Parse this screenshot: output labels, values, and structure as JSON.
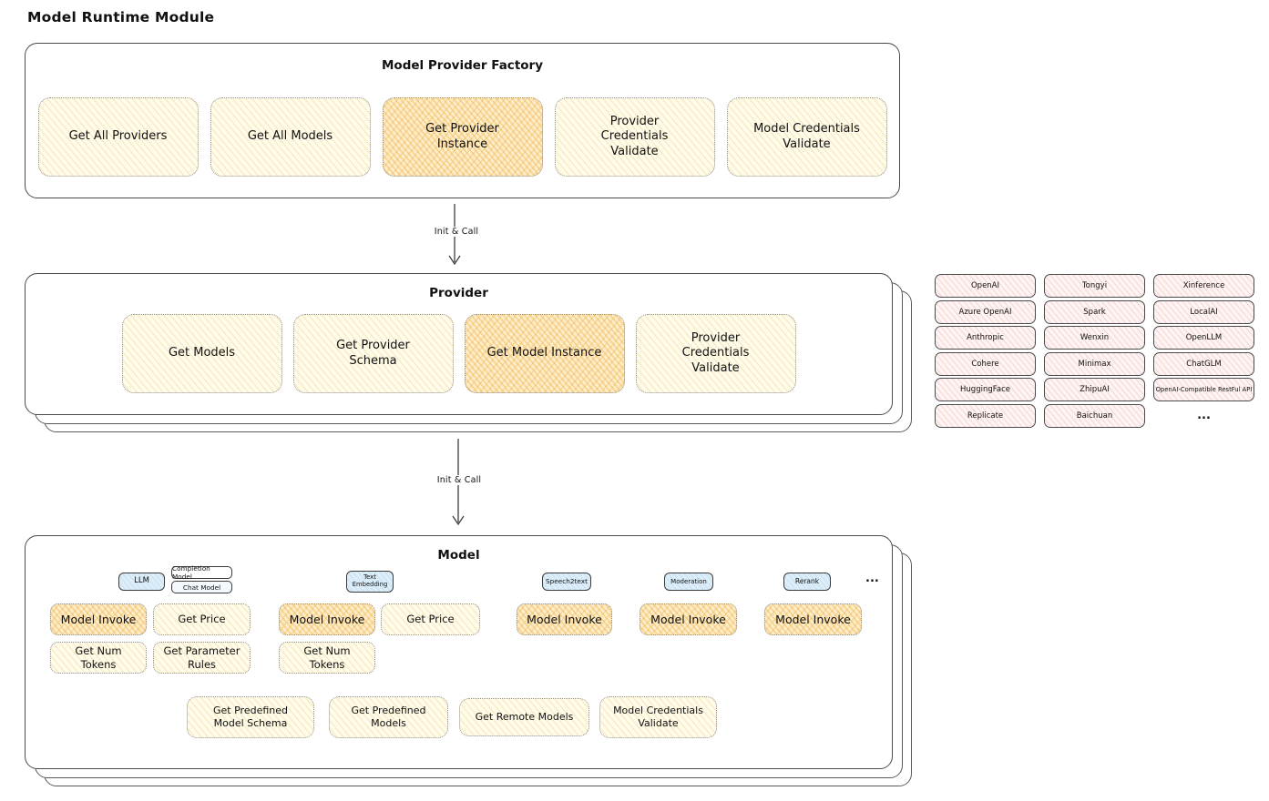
{
  "page_title": "Model Runtime Module",
  "factory": {
    "title": "Model Provider Factory",
    "buttons": [
      {
        "label": "Get All Providers",
        "highlight": false
      },
      {
        "label": "Get All Models",
        "highlight": false
      },
      {
        "label": "Get Provider Instance",
        "highlight": true
      },
      {
        "label": "Provider Credentials Validate",
        "highlight": false
      },
      {
        "label": "Model Credentials Validate",
        "highlight": false
      }
    ]
  },
  "arrow1": {
    "label": "Init & Call"
  },
  "provider": {
    "title": "Provider",
    "buttons": [
      {
        "label": "Get Models",
        "highlight": false
      },
      {
        "label": "Get Provider Schema",
        "highlight": false
      },
      {
        "label": "Get Model Instance",
        "highlight": true
      },
      {
        "label": "Provider Credentials Validate",
        "highlight": false
      }
    ]
  },
  "providers_panel": {
    "rows": [
      [
        "OpenAI",
        "Tongyi",
        "Xinference"
      ],
      [
        "Azure OpenAI",
        "Spark",
        "LocalAI"
      ],
      [
        "Anthropic",
        "Wenxin",
        "OpenLLM"
      ],
      [
        "Cohere",
        "Minimax",
        "ChatGLM"
      ],
      [
        "HuggingFace",
        "ZhipuAI",
        "OpenAI-Compatible RestFul API"
      ],
      [
        "Replicate",
        "Baichuan",
        "..."
      ]
    ]
  },
  "arrow2": {
    "label": "Init & Call"
  },
  "model": {
    "title": "Model",
    "groups": [
      {
        "tab": "LLM",
        "subtabs": [
          "Completion Model",
          "Chat Model"
        ],
        "buttons": [
          "Model Invoke",
          "Get Price",
          "Get Num Tokens",
          "Get Parameter Rules"
        ]
      },
      {
        "tab": "Text Embedding",
        "buttons": [
          "Model Invoke",
          "Get Price",
          "Get Num Tokens"
        ]
      },
      {
        "tab": "Speech2text",
        "buttons": [
          "Model Invoke"
        ]
      },
      {
        "tab": "Moderation",
        "buttons": [
          "Model Invoke"
        ]
      },
      {
        "tab": "Rerank",
        "buttons": [
          "Model Invoke"
        ]
      }
    ],
    "more": "...",
    "bottom_buttons": [
      "Get Predefined Model Schema",
      "Get Predefined Models",
      "Get Remote Models",
      "Model Credentials Validate"
    ]
  },
  "colors": {
    "button_yellow": "#fffceb",
    "button_yellow_hatch": "#e8ba5e",
    "button_orange": "#fdedc8",
    "button_orange_hatch": "#eeaa3a",
    "provider_pink": "#fdf4f3",
    "provider_pink_hatch": "#e28080",
    "tab_blue": "#ddeef9",
    "outline": "#4b4b4b",
    "text": "#111111"
  }
}
